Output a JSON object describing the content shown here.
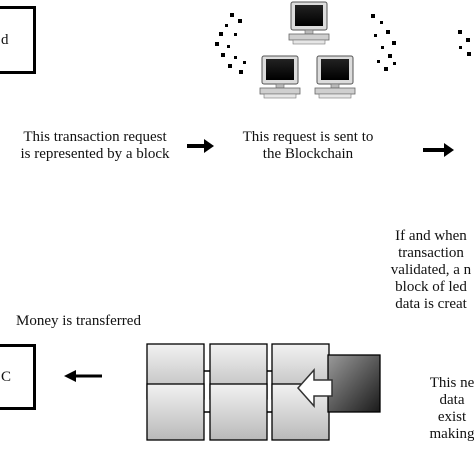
{
  "diagram": {
    "top_left_box_text": "d",
    "step1_text": [
      "This transaction request",
      "is represented by a block"
    ],
    "step2_text": [
      "This request is sent to",
      "the Blockchain"
    ],
    "step3_text": [
      "If and when",
      "transaction",
      "validated, a n",
      "block of led",
      "data is creat"
    ],
    "money_text": "Money is transferred",
    "bottom_left_box_text": "C",
    "step4_text": [
      "This ne",
      "data",
      "exist",
      "making"
    ]
  }
}
